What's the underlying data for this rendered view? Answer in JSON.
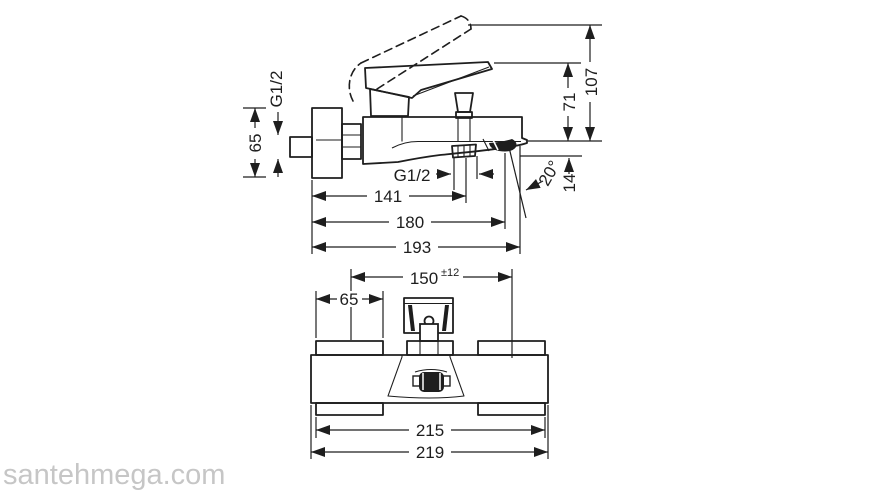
{
  "watermark": {
    "text": "santehmega.com",
    "color": "#c6c6c6"
  },
  "drawing": {
    "line_color": "#1e1e1e",
    "side_view": {
      "wall_thread_label": "G1/2",
      "escutcheon_height": "65",
      "spout_thread_label": "G1/2",
      "depth_to_shower_outlet": "141",
      "depth_to_spout_outlet": "180",
      "depth_total": "193",
      "height_body_to_outlet_plane": "71",
      "height_handle_to_outlet_plane": "107",
      "outlet_drop": "14",
      "spout_angle": "20°"
    },
    "bottom_view": {
      "center_distance": "150",
      "center_distance_tolerance": "±12",
      "escutcheon_width": "65",
      "width_across_escutcheons": "215",
      "width_total": "219"
    }
  }
}
